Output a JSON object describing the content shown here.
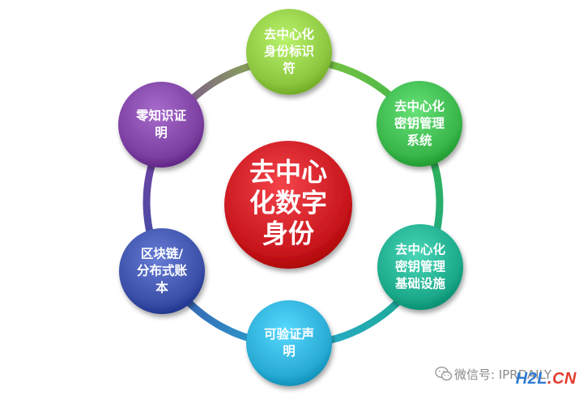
{
  "center": {
    "lines": [
      "去中心",
      "化数字",
      "身份"
    ],
    "color": "#c8161d"
  },
  "nodes": [
    {
      "id": "did",
      "lines": [
        "去中心化",
        "身份标识",
        "符"
      ],
      "color": "#8cc63f"
    },
    {
      "id": "dkms",
      "lines": [
        "去中心化",
        "密钥管理",
        "系统"
      ],
      "color": "#39b54a"
    },
    {
      "id": "dpki",
      "lines": [
        "去中心化",
        "密钥管理",
        "基础设施"
      ],
      "color": "#1ba98a"
    },
    {
      "id": "vc",
      "lines": [
        "可验证声",
        "明"
      ],
      "color": "#29abd4"
    },
    {
      "id": "blockchain",
      "lines": [
        "区块链/",
        "分布式账",
        "本"
      ],
      "color": "#3a4fa8"
    },
    {
      "id": "zkp",
      "lines": [
        "零知识证",
        "明"
      ],
      "color": "#7b3fa0"
    }
  ],
  "watermark": {
    "label": "微信号: IPRDAILY",
    "logo_part1": "H2L",
    "logo_part2": ".CN",
    "icon": "wechat-icon"
  }
}
